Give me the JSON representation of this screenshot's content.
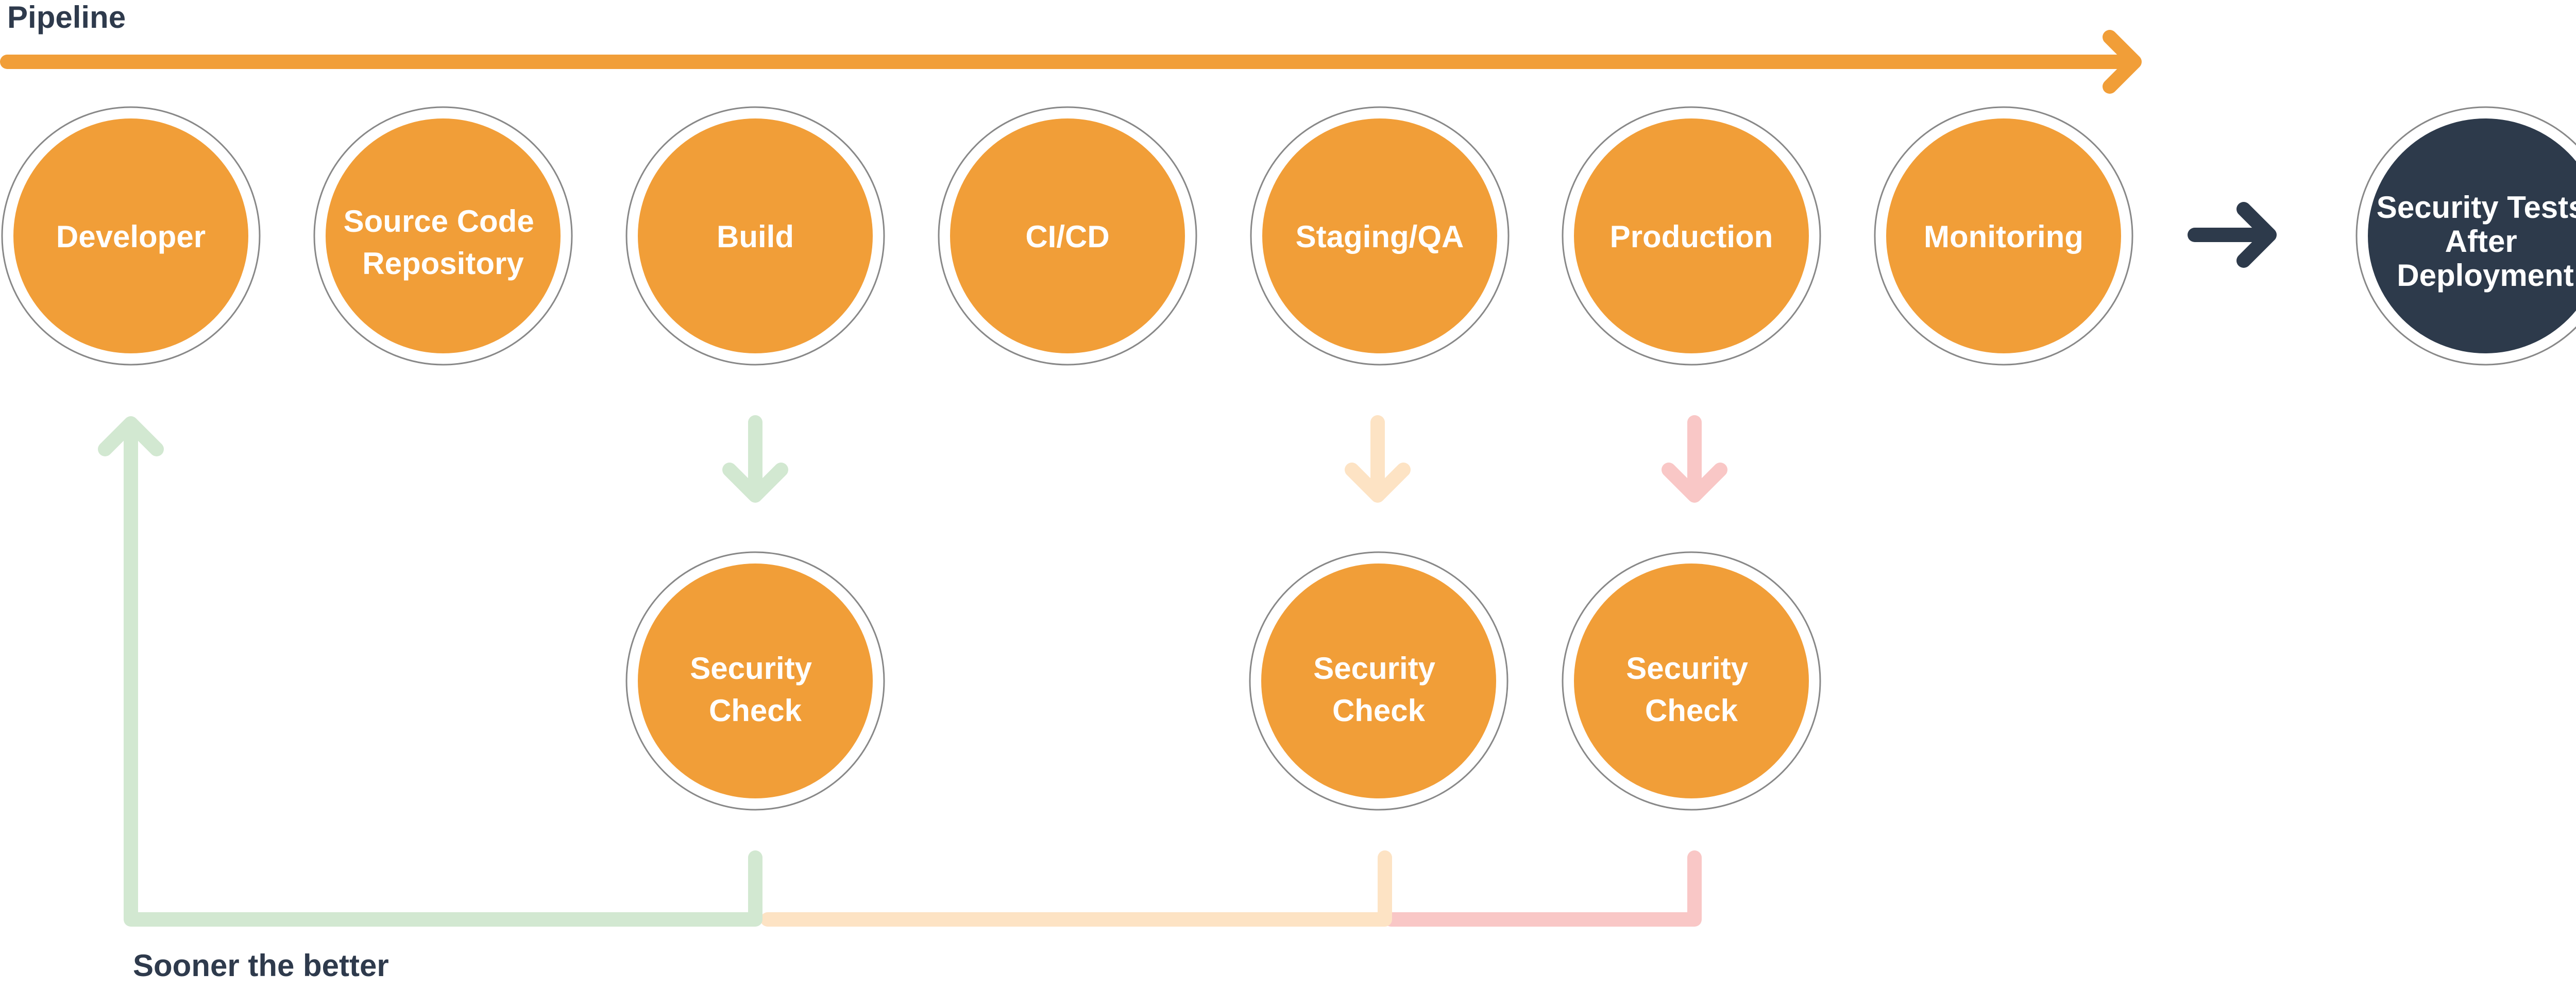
{
  "colors": {
    "orange": "#f19e38",
    "dark": "#2d3a4b",
    "ring": "#888888",
    "green_pale": "#d2e8d1",
    "peach_pale": "#fde3c4",
    "pink_pale": "#f9c7c6"
  },
  "pipeline_label": "Pipeline",
  "feedback_label": "Sooner the better",
  "stages": [
    {
      "id": "developer",
      "lines": [
        "Developer"
      ]
    },
    {
      "id": "source-code-repository",
      "lines": [
        "Source Code",
        "Repository"
      ]
    },
    {
      "id": "build",
      "lines": [
        "Build"
      ]
    },
    {
      "id": "ci-cd",
      "lines": [
        "CI/CD"
      ]
    },
    {
      "id": "staging-qa",
      "lines": [
        "Staging/QA"
      ]
    },
    {
      "id": "production",
      "lines": [
        "Production"
      ]
    },
    {
      "id": "monitoring",
      "lines": [
        "Monitoring"
      ]
    }
  ],
  "final_stage": {
    "id": "security-tests-after-deployment",
    "lines": [
      "Security Tests",
      "After",
      "Deployment"
    ]
  },
  "security_checks": [
    {
      "id": "build",
      "lines": [
        "Security",
        "Check"
      ],
      "color": "green_pale"
    },
    {
      "id": "staging",
      "lines": [
        "Security",
        "Check"
      ],
      "color": "peach_pale"
    },
    {
      "id": "production",
      "lines": [
        "Security",
        "Check"
      ],
      "color": "pink_pale"
    }
  ]
}
